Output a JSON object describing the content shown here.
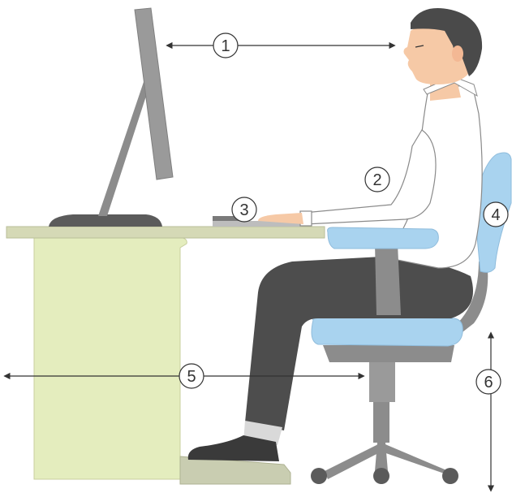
{
  "callouts": {
    "c1": "1",
    "c2": "2",
    "c3": "3",
    "c4": "4",
    "c5": "5",
    "c6": "6"
  },
  "colors": {
    "desk_top": "#d5d9b6",
    "desk_leg": "#e4edbe",
    "monitor": "#9a9a9a",
    "monitor_base": "#5b5b5b",
    "chair_blue": "#a9d3ef",
    "chair_grey": "#8c8c8c",
    "trousers": "#4d4d4d",
    "skin": "#f6c9a6",
    "hair": "#4a4a4a",
    "shirt": "#ffffff",
    "footrest": "#c9cdb1",
    "shoe": "#3a3a3a",
    "sock": "#d9d9d9",
    "arrow": "#333333"
  },
  "icons": {
    "person": "seated-person-icon",
    "monitor": "monitor-icon",
    "chair": "office-chair-icon"
  }
}
